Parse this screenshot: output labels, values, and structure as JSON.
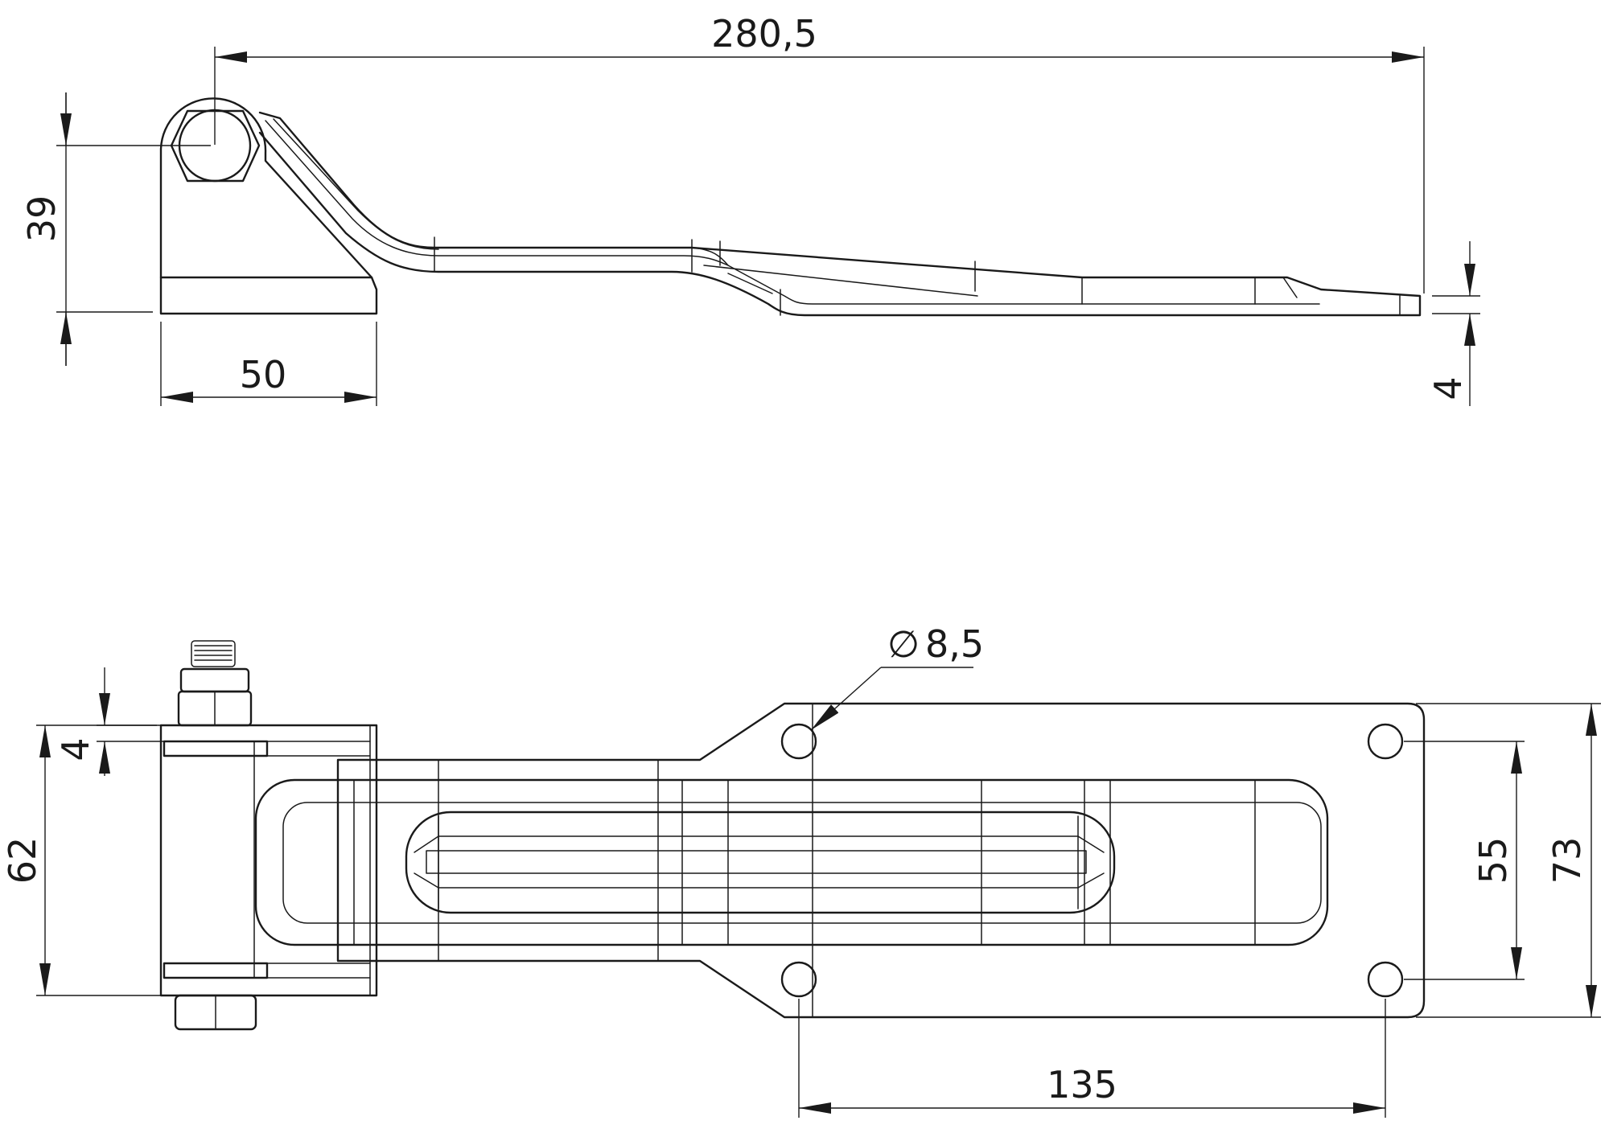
{
  "drawing": {
    "views": [
      "side-view",
      "top-view"
    ],
    "dimensions": {
      "overall_length": "280,5",
      "pivot_height": "39",
      "base_length": "50",
      "plate_thickness": "4",
      "hole_diameter": "8,5",
      "diameter_symbol": "∅",
      "flange_thickness": "4",
      "body_width": "62",
      "hole_spacing_vertical": "55",
      "plate_width": "73",
      "hole_spacing_horizontal": "135"
    }
  }
}
